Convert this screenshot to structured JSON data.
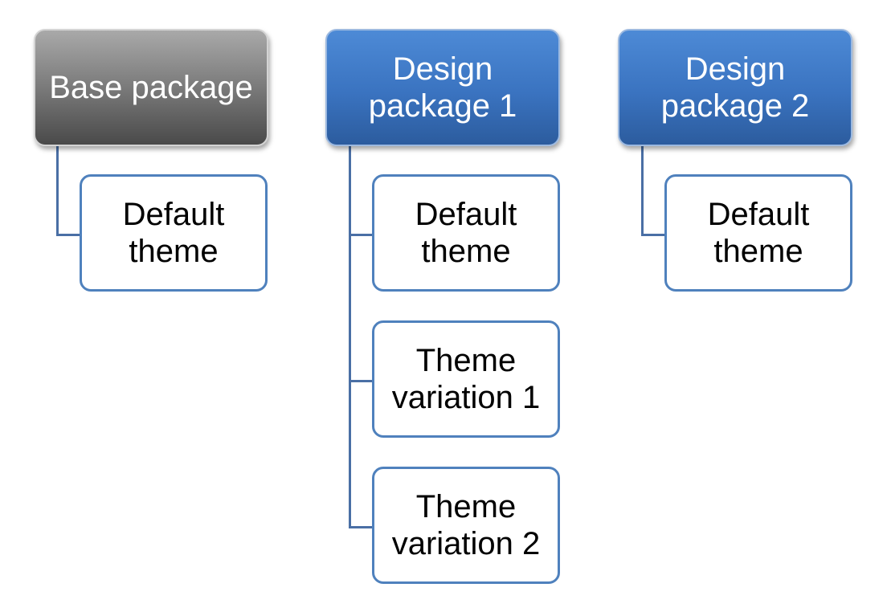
{
  "diagram": {
    "columns": [
      {
        "header": "Base package",
        "style": "gray",
        "children": [
          "Default\ntheme"
        ]
      },
      {
        "header": "Design\npackage 1",
        "style": "blue",
        "children": [
          "Default\ntheme",
          "Theme\nvariation 1",
          "Theme\nvariation 2"
        ]
      },
      {
        "header": "Design\npackage 2",
        "style": "blue",
        "children": [
          "Default\ntheme"
        ]
      }
    ]
  }
}
